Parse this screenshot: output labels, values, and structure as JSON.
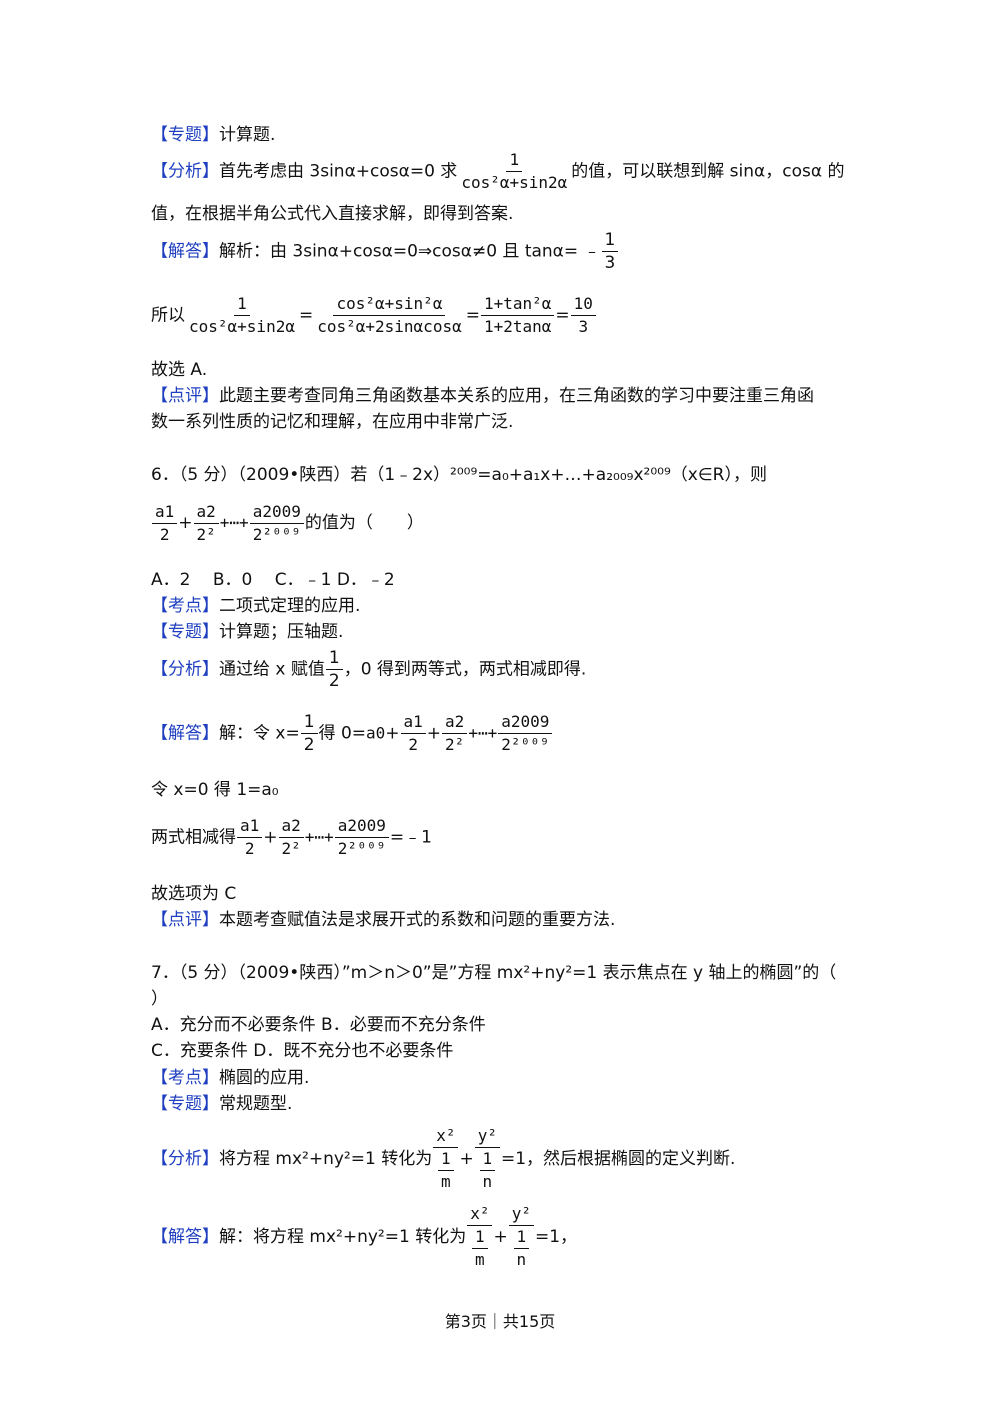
{
  "tags": {
    "topic": "【专题】",
    "analysis": "【分析】",
    "answer": "【解答】",
    "comment": "【点评】",
    "point": "【考点】"
  },
  "p5": {
    "topic_text": "计算题.",
    "analysis_pre": "首先考虑由 3sinα+cosα=0 求",
    "analysis_frac_num": "1",
    "analysis_frac_den": "cos²α+sin2α",
    "analysis_post": "的值，可以联想到解 sinα，cosα 的",
    "analysis_line2": "值，在根据半角公式代入直接求解，即得到答案.",
    "answer_pre": "解析：由 3sinα+cosα=0⇒cosα≠0 且 tanα= ﹣",
    "answer_frac_num": "1",
    "answer_frac_den": "3",
    "so_label": "所以",
    "eq_f1_num": "1",
    "eq_f1_den": "cos²α+sin2α",
    "eq_f2_num": "cos²α+sin²α",
    "eq_f2_den": "cos²α+2sinαcosα",
    "eq_f3_num": "1+tan²α",
    "eq_f3_den": "1+2tanα",
    "eq_f4_num": "10",
    "eq_f4_den": "3",
    "eq_sign": "=",
    "choose": "故选 A.",
    "comment_line1": "此题主要考查同角三角函数基本关系的应用，在三角函数的学习中要注重三角函",
    "comment_line2": "数一系列性质的记忆和理解，在应用中非常广泛."
  },
  "q6": {
    "stem": "6．（5 分）（2009•陕西）若（1﹣2x）²⁰⁰⁹=a₀+a₁x+…+a₂₀₀₉x²⁰⁰⁹（x∈R），则",
    "expr_a1": "a1",
    "expr_d1": "2",
    "expr_a2": "a2",
    "expr_d2": "2²",
    "expr_dots": "+⋯+",
    "expr_an": "a2009",
    "expr_dn": "2²⁰⁰⁹",
    "expr_tail": "的值为（　　）",
    "options": "A．2　 B．0　 C．﹣1  D．﹣2",
    "point_text": "二项式定理的应用.",
    "topic_text": "计算题；压轴题.",
    "analysis_pre": "通过给 x 赋值",
    "analysis_frac_num": "1",
    "analysis_frac_den": "2",
    "analysis_post": "，0 得到两等式，两式相减即得.",
    "answer_pre": "解：令 x=",
    "answer_half_num": "1",
    "answer_half_den": "2",
    "answer_mid": "得 0=",
    "answer_a0": "a0",
    "let0": "令 x=0 得 1=a₀",
    "subtract_pre": "两式相减得",
    "subtract_post": "=﹣1",
    "choose": "故选项为 C",
    "comment_text": "本题考查赋值法是求展开式的系数和问题的重要方法."
  },
  "q7": {
    "stem": "7．（5 分）（2009•陕西）”m＞n＞0”是”方程 mx²+ny²=1 表示焦点在 y 轴上的椭圆”的（",
    "stem_close": "）",
    "option_ab": "A．充分而不必要条件 B．必要而不充分条件",
    "option_cd": "C．充要条件 D．既不充分也不必要条件",
    "point_text": "椭圆的应用.",
    "topic_text": "常规题型.",
    "analysis_pre": "将方程 mx²+ny²=1 转化为",
    "analysis_post": "=1，然后根据椭圆的定义判断.",
    "answer_pre": "解：将方程 mx²+ny²=1 转化为",
    "answer_post": "=1，",
    "x2": "x²",
    "y2": "y²",
    "one": "1",
    "m": "m",
    "n": "n"
  },
  "footer": "第3页｜共15页"
}
